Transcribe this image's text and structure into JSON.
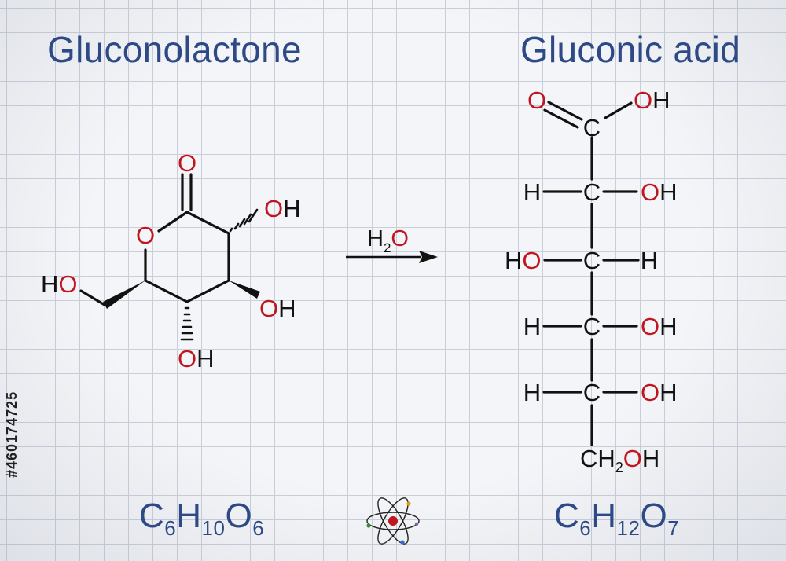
{
  "reactant": {
    "name": "Gluconolactone",
    "formula": {
      "C": "C",
      "c_count": "6",
      "H": "H",
      "h_count": "10",
      "O": "O",
      "o_count": "6"
    }
  },
  "reagent": {
    "H": "H",
    "count": "2",
    "O": "O"
  },
  "product": {
    "name": "Gluconic acid",
    "formula": {
      "C": "C",
      "c_count": "6",
      "H": "H",
      "h_count": "12",
      "O": "O",
      "o_count": "7"
    }
  },
  "atoms": {
    "O": "O",
    "OH": "OH",
    "HO": "HO",
    "C": "C",
    "H": "H",
    "CH": "CH",
    "sub2": "2"
  },
  "stock_id": "#460174725",
  "colors": {
    "title": "#2e4a86",
    "oxygen": "#c0161f",
    "bond": "#111111",
    "grid": "#c9ced9"
  }
}
